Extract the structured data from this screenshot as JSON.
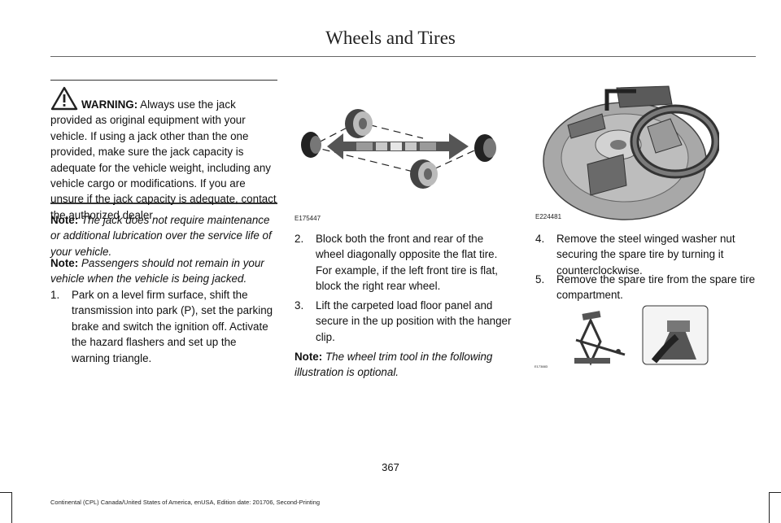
{
  "header": {
    "title": "Wheels and Tires"
  },
  "warning": {
    "label": "WARNING:",
    "text": "Always use the jack provided as original equipment with your vehicle. If using a jack other than the one provided, make sure the jack capacity is adequate for the vehicle weight, including any vehicle cargo or modifications. If you are unsure if the jack capacity is adequate, contact the authorized dealer."
  },
  "notes": [
    {
      "label": "Note:",
      "text": "The jack does not require maintenance or additional lubrication over the service life of your vehicle."
    },
    {
      "label": "Note:",
      "text": "Passengers should not remain in your vehicle when the vehicle is being jacked."
    },
    {
      "label": "Note:",
      "text": "The wheel trim tool in the following illustration is optional."
    }
  ],
  "steps": [
    {
      "number": "1.",
      "text": "Park on a level firm surface, shift the transmission into park (P), set the parking brake and switch the ignition off. Activate the hazard flashers and set up the warning triangle."
    },
    {
      "number": "2.",
      "text": "Block both the front and rear of the wheel diagonally opposite the flat tire. For example, if the left front tire is flat, block the right rear wheel."
    },
    {
      "number": "3.",
      "text": "Lift the carpeted load floor panel and secure in the up position with the hanger clip."
    },
    {
      "number": "4.",
      "text": "Remove the steel winged washer nut securing the spare tire by turning it counterclockwise."
    },
    {
      "number": "5.",
      "text": "Remove the spare tire from the spare tire compartment."
    }
  ],
  "figures": {
    "wheel_block": {
      "code": "E175447"
    },
    "spare_tire": {
      "code": "E224481"
    },
    "jack": {
      "code": "E173883"
    }
  },
  "page_number": "367",
  "footer": "Continental (CPL) Canada/United States of America, enUSA, Edition date: 201706, Second-Printing"
}
